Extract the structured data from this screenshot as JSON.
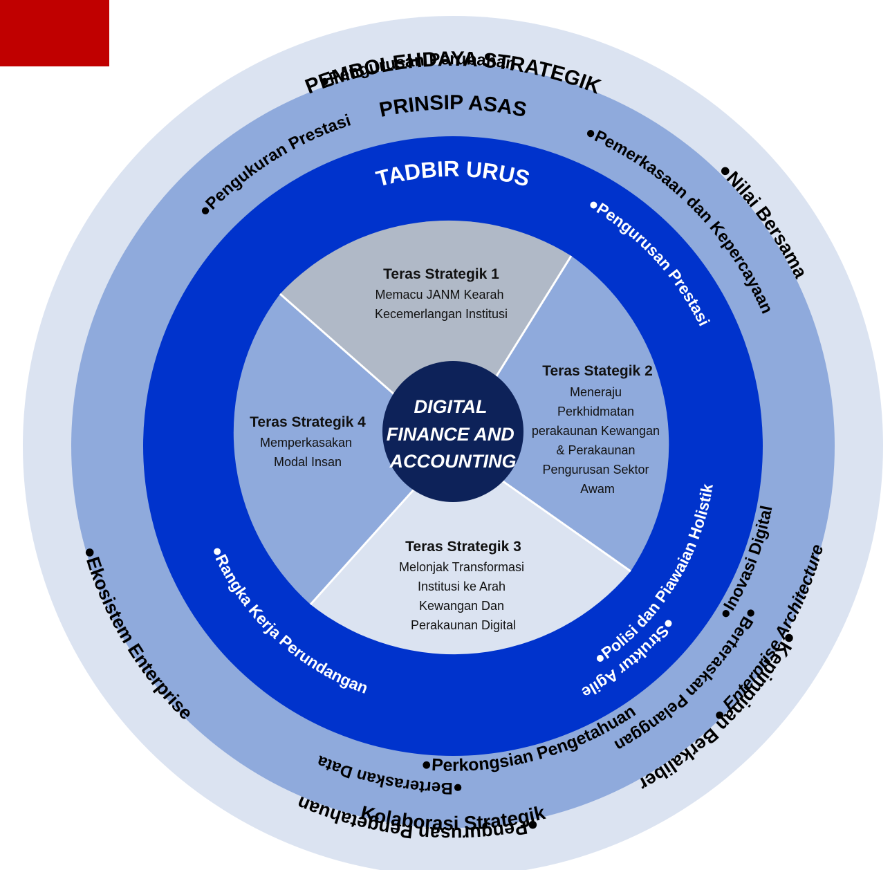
{
  "colors": {
    "outer_ring": "#dbe3f1",
    "middle_ring": "#8faadc",
    "inner_ring": "#0033cc",
    "segment_1": "#b0b9c7",
    "segment_2": "#8faadc",
    "segment_3": "#dbe3f1",
    "segment_4": "#8faadc",
    "hub": "#0d2259",
    "accent": "#c00000"
  },
  "outer_ring": {
    "title": "PEMBOLEHDAYA STRATEGIK",
    "bottom_title": "Kolaborasi Strategik",
    "items": [
      "●Nilai Bersama",
      "●Kepimpinan Berkaliber",
      "●Pengurusan Pengetahuan",
      "●Pengurusan Perubahan",
      "●Ekosistem Enterprise",
      "● Enterprise Architecture"
    ]
  },
  "middle_ring": {
    "title": "PRINSIP ASAS",
    "items": [
      "●Pemerkasaan dan Kepercayaan",
      "●Berteraskan Pelanggan",
      "●Berteraskan Data",
      "●Pengukuran Prestasi",
      "●Perkongsian Pengetahuan",
      "●Inovasi Digital"
    ]
  },
  "inner_ring": {
    "title": "TADBIR URUS",
    "items": [
      "●Pengurusan Prestasi",
      "●Struktur Agile",
      "●Rangka Kerja Perundangan",
      "●Polisi dan Piawaian Holistik"
    ]
  },
  "segments": [
    {
      "title": "Teras Strategik 1",
      "lines": [
        "Memacu JANM Kearah",
        "Kecemerlangan Institusi"
      ]
    },
    {
      "title": "Teras Stategik 2",
      "lines": [
        "Meneraju",
        "Perkhidmatan",
        "perakaunan Kewangan",
        "& Perakaunan",
        "Pengurusan Sektor",
        "Awam"
      ]
    },
    {
      "title": "Teras Strategik 3",
      "lines": [
        "Melonjak Transformasi",
        "Institusi ke Arah",
        "Kewangan Dan",
        "Perakaunan Digital"
      ]
    },
    {
      "title": "Teras Strategik 4",
      "lines": [
        "Memperkasakan",
        "Modal Insan"
      ]
    }
  ],
  "hub": {
    "lines": [
      "DIGITAL",
      "FINANCE AND",
      "ACCOUNTING"
    ]
  }
}
